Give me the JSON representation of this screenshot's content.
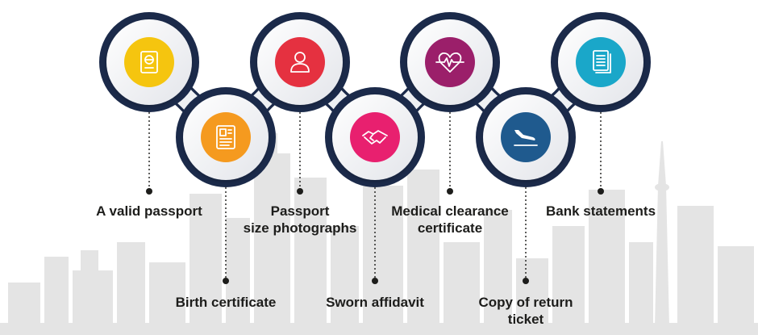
{
  "steps": [
    {
      "label": "A valid passport",
      "icon": "passport-icon",
      "color": "#f5c50f",
      "row": "top"
    },
    {
      "label": "Birth certificate",
      "icon": "certificate-document-icon",
      "color": "#f59a1f",
      "row": "bottom"
    },
    {
      "label": "Passport\nsize photographs",
      "icon": "person-icon",
      "color": "#e53140",
      "row": "top"
    },
    {
      "label": "Sworn affidavit",
      "icon": "handshake-icon",
      "color": "#e8206f",
      "row": "bottom"
    },
    {
      "label": "Medical clearance\ncertificate",
      "icon": "heartbeat-icon",
      "color": "#9b1f6a",
      "row": "top"
    },
    {
      "label": "Copy of return\nticket",
      "icon": "airplane-landing-icon",
      "color": "#1f5a8e",
      "row": "bottom"
    },
    {
      "label": "Bank statements",
      "icon": "documents-stack-icon",
      "color": "#1aa7c9",
      "row": "top"
    }
  ],
  "colors": {
    "ring": "#1b2a4a",
    "skyline": "#e4e4e4",
    "text": "#1d1d1b"
  }
}
